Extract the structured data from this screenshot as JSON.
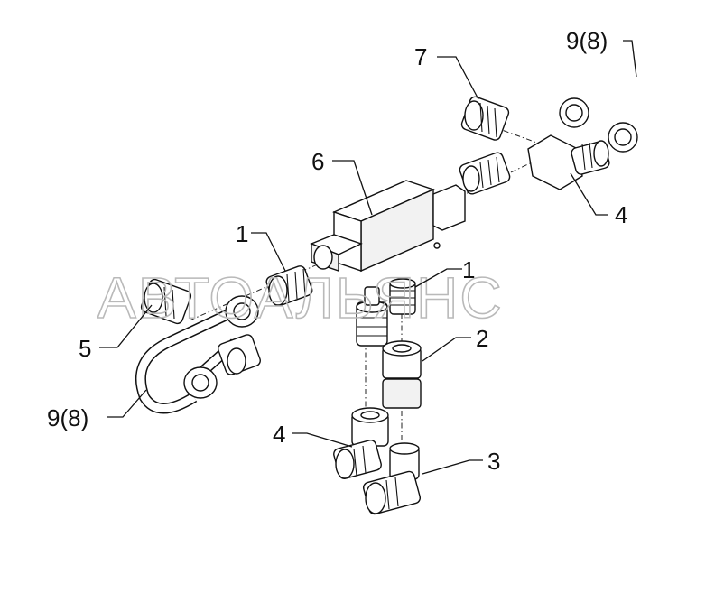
{
  "callouts": {
    "c7": "7",
    "c98_top": "9(8)",
    "c6": "6",
    "c4_right": "4",
    "c1_left": "1",
    "c1_mid": "1",
    "c5": "5",
    "c2": "2",
    "c98_left": "9(8)",
    "c4_bottom": "4",
    "c3": "3"
  },
  "watermark": "АВТОАЛЬЯНС"
}
